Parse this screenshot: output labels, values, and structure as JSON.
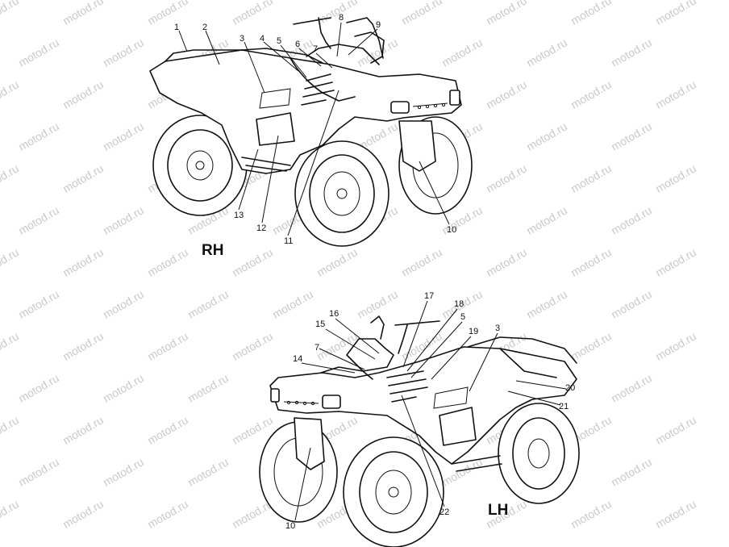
{
  "watermark": "motod.ru",
  "side_labels": {
    "rh": "RH",
    "lh": "LH"
  },
  "callouts_rh": [
    "1",
    "2",
    "3",
    "4",
    "5",
    "6",
    "7",
    "8",
    "9",
    "10",
    "11",
    "12",
    "13"
  ],
  "callouts_lh": [
    "17",
    "18",
    "16",
    "15",
    "5",
    "19",
    "3",
    "14",
    "7",
    "20",
    "21",
    "22",
    "10"
  ]
}
